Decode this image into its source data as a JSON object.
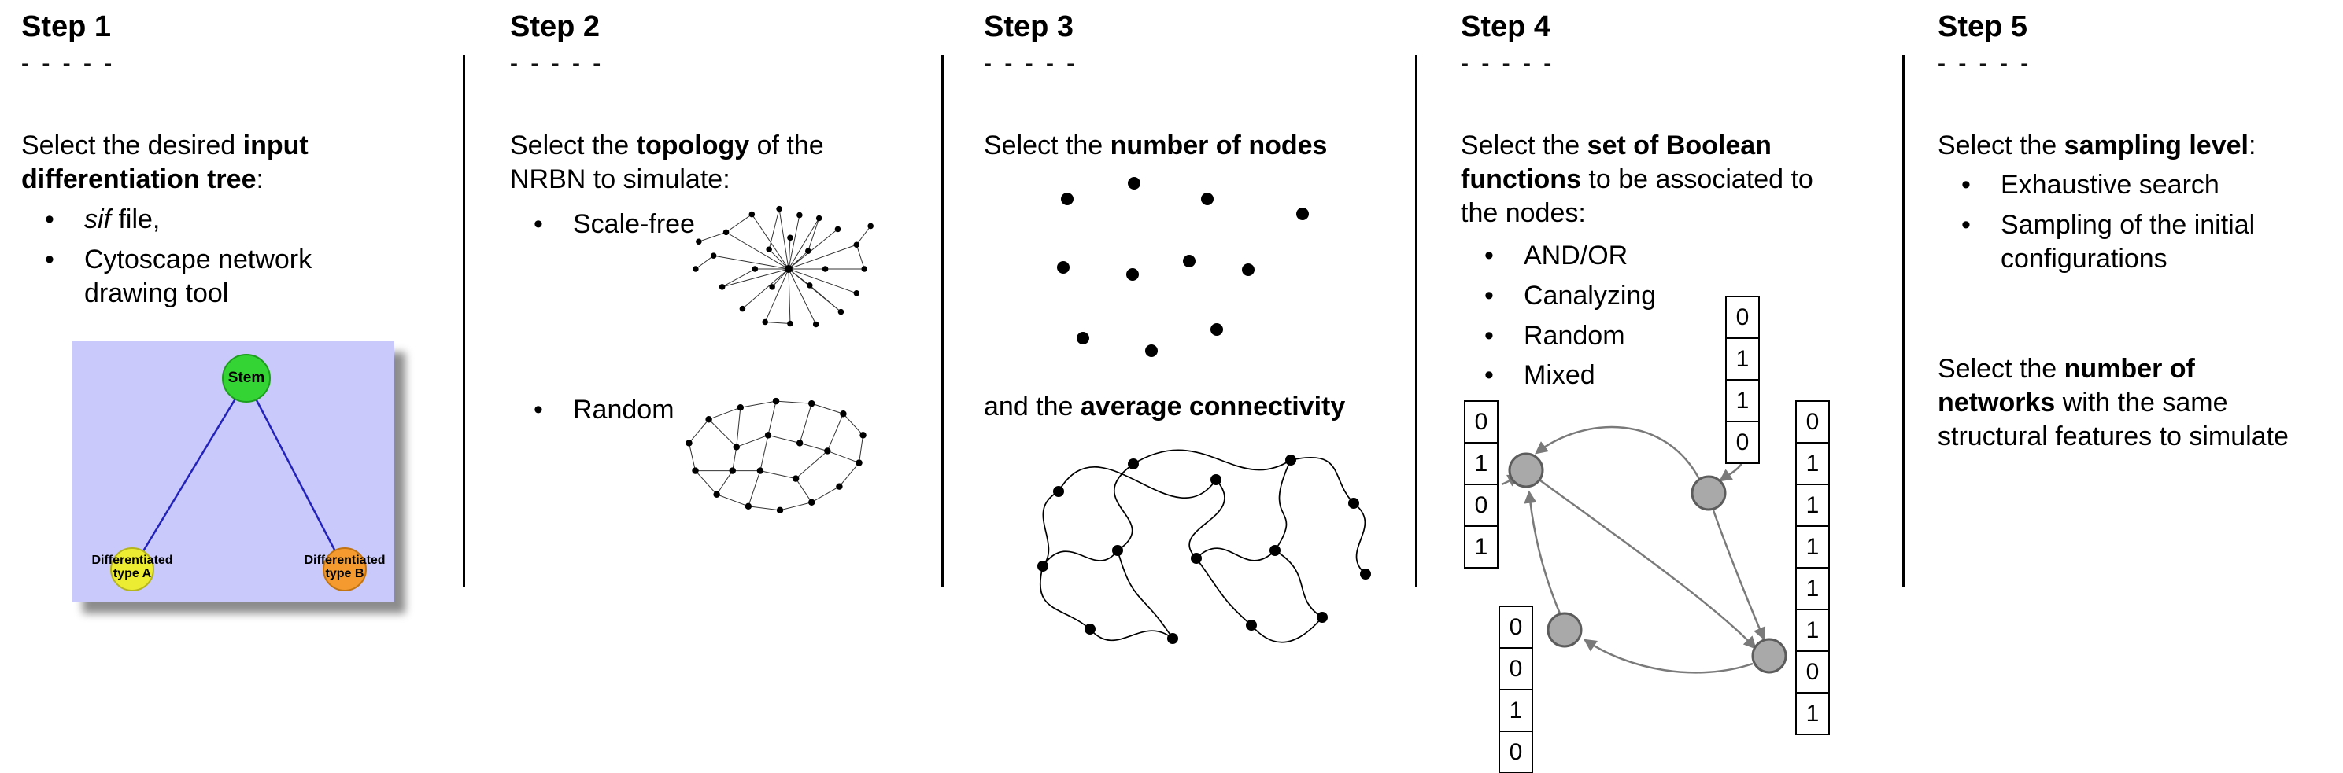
{
  "steps": [
    {
      "label": "Step 1",
      "dashes": "- - - - -",
      "intro": [
        {
          "t": "Select the desired "
        },
        {
          "t": "input differentiation tree",
          "b": true
        },
        {
          "t": ":"
        }
      ],
      "bullets": [
        [
          {
            "t": "sif",
            "i": true
          },
          {
            "t": " file,"
          }
        ],
        [
          {
            "t": "Cytoscape network drawing tool"
          }
        ]
      ],
      "tree": {
        "root_label": "Stem",
        "left_child_label": "Differentiated\ntype A",
        "right_child_label": "Differentiated\ntype B",
        "colors": {
          "background": "#c9c9fb",
          "root_node": "#35d435",
          "left_child_node": "#ecec33",
          "right_child_node": "#f49a2e",
          "edge": "#2323bb"
        }
      }
    },
    {
      "label": "Step 2",
      "dashes": "- - - - -",
      "intro": [
        {
          "t": "Select the "
        },
        {
          "t": "topology",
          "b": true
        },
        {
          "t": " of the NRBN to simulate:"
        }
      ],
      "bullets": [
        [
          {
            "t": "Scale-free"
          }
        ],
        [
          {
            "t": "Random"
          }
        ]
      ]
    },
    {
      "label": "Step 3",
      "dashes": "- - - - -",
      "intro": [
        {
          "t": "Select the "
        },
        {
          "t": "number of nodes",
          "b": true
        }
      ],
      "second": [
        {
          "t": "and the "
        },
        {
          "t": "average connectivity",
          "b": true
        }
      ]
    },
    {
      "label": "Step 4",
      "dashes": "- - - - -",
      "intro": [
        {
          "t": "Select the "
        },
        {
          "t": "set of Boolean functions",
          "b": true
        },
        {
          "t": " to be associated to the nodes:"
        }
      ],
      "bullets": [
        [
          {
            "t": "AND/OR"
          }
        ],
        [
          {
            "t": "Canalyzing"
          }
        ],
        [
          {
            "t": "Random"
          }
        ],
        [
          {
            "t": "Mixed"
          }
        ]
      ],
      "truth_tables": {
        "left": [
          "0",
          "1",
          "0",
          "1"
        ],
        "top": [
          "0",
          "1",
          "1",
          "0"
        ],
        "bottom_left": [
          "0",
          "0",
          "1",
          "0"
        ],
        "right": [
          "0",
          "1",
          "1",
          "1",
          "1",
          "1",
          "0",
          "1"
        ]
      }
    },
    {
      "label": "Step 5",
      "dashes": "- - - - -",
      "intro": [
        {
          "t": "Select the "
        },
        {
          "t": "sampling level",
          "b": true
        },
        {
          "t": ":"
        }
      ],
      "bullets": [
        [
          {
            "t": "Exhaustive search"
          }
        ],
        [
          {
            "t": "Sampling of the initial configurations"
          }
        ]
      ],
      "second": [
        {
          "t": "Select the "
        },
        {
          "t": "number of networks",
          "b": true
        },
        {
          "t": " with the same structural features to simulate"
        }
      ]
    }
  ]
}
